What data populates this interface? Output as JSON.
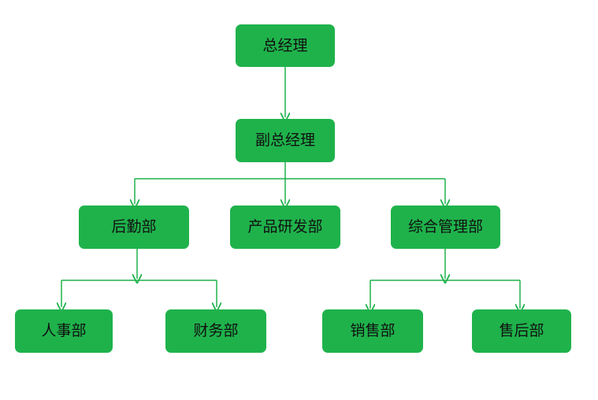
{
  "diagram": {
    "nodes": {
      "general_manager": "总经理",
      "deputy_general_manager": "副总经理",
      "logistics_dept": "后勤部",
      "rnd_dept": "产品研发部",
      "general_mgmt_dept": "综合管理部",
      "hr_dept": "人事部",
      "finance_dept": "财务部",
      "sales_dept": "销售部",
      "after_sales_dept": "售后部"
    }
  },
  "colors": {
    "node_fill": "#1fb24b",
    "connector": "#1fb24b",
    "text": "#111111"
  }
}
